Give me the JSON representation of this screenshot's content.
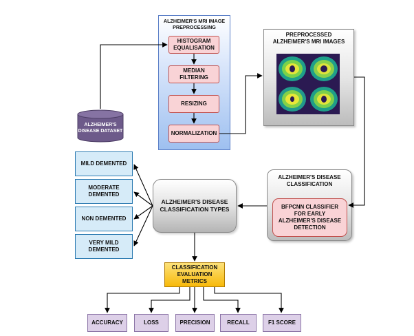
{
  "preprocessing": {
    "title": "ALZHEIMER'S MRI IMAGE PREPROCESSING",
    "steps": [
      "HISTOGRAM EQUALISATION",
      "MEDIAN FILTERING",
      "RESIZING",
      "NORMALIZATION"
    ]
  },
  "dataset": {
    "label": "ALZHEIMER'S DISEASE DATASET"
  },
  "preprocessed": {
    "title": "PREPROCESSED ALZHEIMER'S MRI IMAGES"
  },
  "classification": {
    "title": "ALZHEIMER'S DISEASE CLASSIFICATION",
    "classifier": "BFPCNN CLASSIFIER FOR EARLY ALZHEIMER'S DISEASE DETECTION"
  },
  "types": {
    "label": "ALZHEIMER'S DISEASE CLASSIFICATION TYPES",
    "items": [
      "MILD DEMENTED",
      "MODERATE DEMENTED",
      "NON DEMENTED",
      "VERY MILD DEMENTED"
    ]
  },
  "evaluation": {
    "label": "CLASSIFICATION EVALUATION METRICS",
    "metrics": [
      "ACCURACY",
      "LOSS",
      "PRECISION",
      "RECALL",
      "F1 SCORE"
    ]
  },
  "colors": {
    "step_fill": "#f9d3d6",
    "step_border": "#c0504d",
    "type_fill": "#d6ebf8",
    "type_border": "#2878b0",
    "metric_fill": "#ddd0e8",
    "eval_fill": "#f5b800",
    "dataset_fill": "#6d5a8a",
    "arrow": "#000000"
  }
}
